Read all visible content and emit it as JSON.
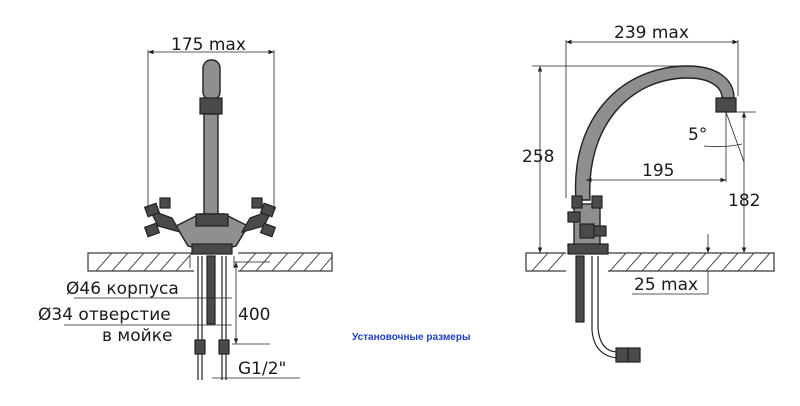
{
  "caption": "Установочные размеры",
  "front_view": {
    "width_dim": "175 max",
    "body_diameter_label": "Ø46 корпуса",
    "hole_diameter_label": "Ø34 отверстие",
    "hole_location_label": "в мойке",
    "hose_length_dim": "400",
    "thread_label": "G1/2\""
  },
  "side_view": {
    "reach_dim": "239 max",
    "height_dim": "258",
    "angle_dim": "5°",
    "spout_reach_dim": "195",
    "spout_height_dim": "182",
    "counter_thickness_dim": "25 max"
  },
  "colors": {
    "caption": "#1f3fbf",
    "lines": "#222222",
    "body": "#8f8f8f"
  }
}
